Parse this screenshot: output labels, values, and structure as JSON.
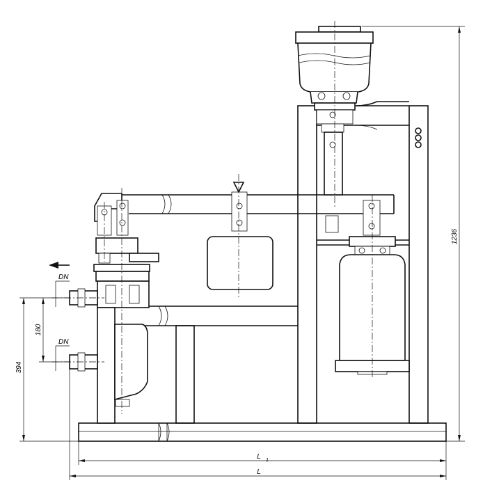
{
  "dimensions": {
    "overall_height": "1236",
    "inlet_height": "394",
    "spacing": "180",
    "length_inner": "L",
    "length_inner_subscript": "1",
    "length_overall": "L",
    "nozzle_upper": "DN",
    "nozzle_lower": "DN"
  },
  "colors": {
    "line": "#111111",
    "background": "#ffffff"
  },
  "icons": {
    "flow_direction": "arrow-left-icon",
    "symbol_side": "triple-circle-symbol-icon"
  }
}
